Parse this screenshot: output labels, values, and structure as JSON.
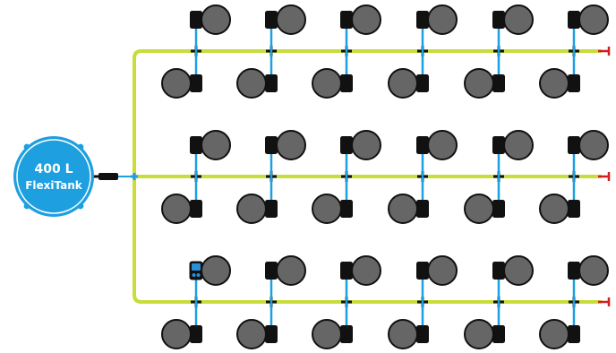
{
  "tank": {
    "volume_label": "400 L",
    "name_label": "FlexiTank",
    "color": "#1e9fe0"
  },
  "colors": {
    "main_pipe": "#c8dc3a",
    "feed_tube": "#1e9fe0",
    "pot_fill": "#666666",
    "pot_stroke": "#111111",
    "connector": "#111111",
    "end_cap": "#d11f1f",
    "controller": "#2a8fd6"
  },
  "layout_summary": {
    "rows": 3,
    "pots_per_side_per_row": 6,
    "controller_position": "bottom-row-first-top-pot"
  }
}
